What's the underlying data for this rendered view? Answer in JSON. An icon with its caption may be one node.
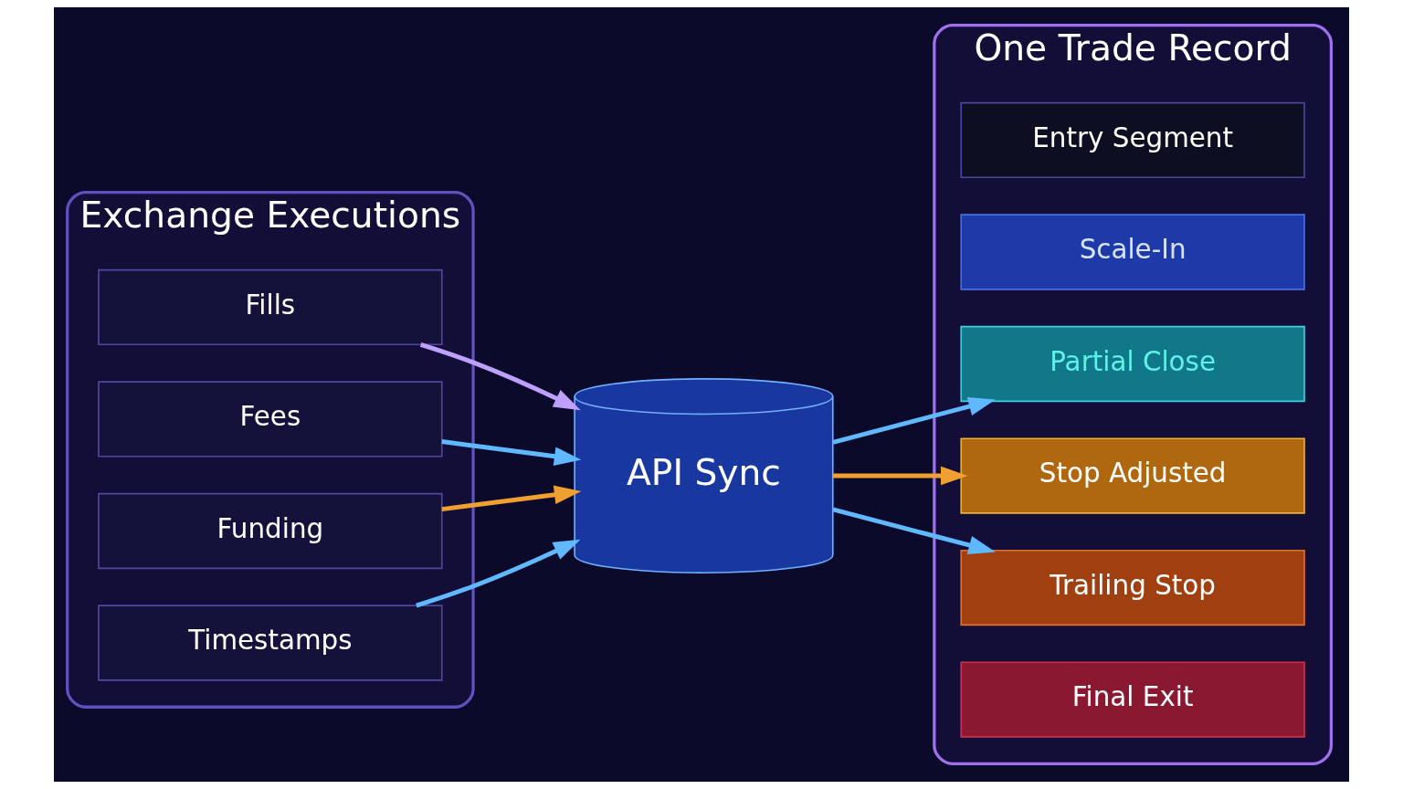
{
  "diagram": {
    "nodes": [
      {
        "text": [
          "Exchange Executions"
        ]
      },
      {
        "text": [
          "Fills"
        ],
        "in": 0
      },
      {
        "text": [
          "Fees"
        ],
        "in": 0
      },
      {
        "text": [
          "Funding"
        ],
        "in": 0
      },
      {
        "text": [
          "Timestamps"
        ],
        "in": 0
      },
      {
        "text": [
          "API Sync"
        ]
      },
      {
        "text": [
          "One Trade Record"
        ]
      },
      {
        "text": [
          "Entry Segment"
        ],
        "in": 6
      },
      {
        "text": [
          "Scale-In"
        ],
        "in": 6
      },
      {
        "text": [
          "Partial Close"
        ],
        "in": 6
      },
      {
        "text": [
          "Stop Adjusted"
        ],
        "in": 6
      },
      {
        "text": [
          "Trailing Stop"
        ],
        "in": 6
      },
      {
        "text": [
          "Final Exit"
        ],
        "in": 6
      }
    ],
    "edges": [
      {
        "from": 1,
        "to": 5,
        "arrow": "to",
        "color": "#c0a0ff"
      },
      {
        "from": 2,
        "to": 5,
        "arrow": "to"
      },
      {
        "from": 3,
        "to": 5,
        "arrow": "to",
        "color": "#f0a030"
      },
      {
        "from": 4,
        "to": 5,
        "arrow": "to"
      },
      {
        "from": 5,
        "to": 9,
        "arrow": "to"
      },
      {
        "from": 5,
        "to": 10,
        "arrow": "to",
        "color": "#f0a030"
      },
      {
        "from": 5,
        "to": 11,
        "arrow": "to"
      }
    ]
  }
}
